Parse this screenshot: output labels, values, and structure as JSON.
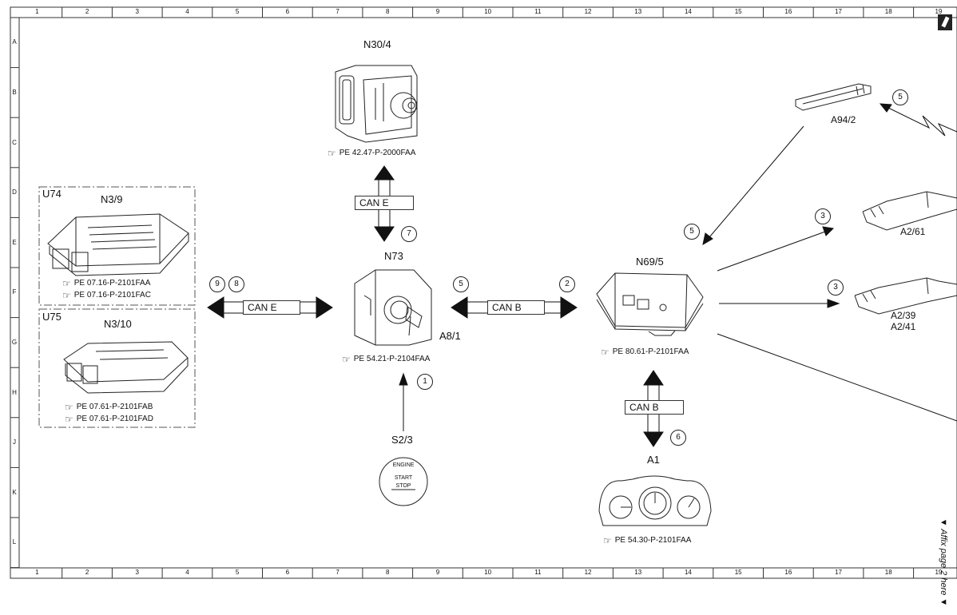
{
  "grid": {
    "columns": [
      "1",
      "2",
      "3",
      "4",
      "5",
      "6",
      "7",
      "8",
      "9",
      "10",
      "11",
      "12",
      "13",
      "14",
      "15",
      "16",
      "17",
      "18",
      "19"
    ],
    "rows": [
      "A",
      "B",
      "C",
      "D",
      "E",
      "F",
      "G",
      "H",
      "J",
      "K",
      "L"
    ]
  },
  "components": {
    "n30_4": {
      "label": "N30/4",
      "ref": "PE 42.47-P-2000FAA"
    },
    "n73": {
      "label": "N73"
    },
    "a8_1": {
      "label": "A8/1",
      "ref": "PE 54.21-P-2104FAA"
    },
    "n69_5": {
      "label": "N69/5",
      "ref": "PE 80.61-P-2101FAA"
    },
    "a1": {
      "label": "A1",
      "ref": "PE 54.30-P-2101FAA"
    },
    "s2_3": {
      "label": "S2/3",
      "button_line1": "ENGINE",
      "button_line2": "START",
      "button_line3": "STOP"
    },
    "u74": {
      "group": "U74",
      "label": "N3/9",
      "ref1": "PE 07.16-P-2101FAA",
      "ref2": "PE 07.16-P-2101FAC"
    },
    "u75": {
      "group": "U75",
      "label": "N3/10",
      "ref1": "PE 07.61-P-2101FAB",
      "ref2": "PE 07.61-P-2101FAD"
    },
    "a94_2": {
      "label": "A94/2"
    },
    "a2_61": {
      "label": "A2/61"
    },
    "a2_39": {
      "label": "A2/39",
      "label2": "A2/41"
    }
  },
  "buses": {
    "can_e_top": "CAN E",
    "can_e_left": "CAN E",
    "can_b_mid": "CAN B",
    "can_b_bottom": "CAN B"
  },
  "callouts": {
    "c7": "7",
    "c9": "9",
    "c8": "8",
    "c5_left": "5",
    "c2": "2",
    "c1": "1",
    "c6": "6",
    "c5_n69": "5",
    "c5_a94": "5",
    "c3_a261": "3",
    "c3_a239": "3"
  },
  "side_note": "▼ Affix page 2 here ▼"
}
